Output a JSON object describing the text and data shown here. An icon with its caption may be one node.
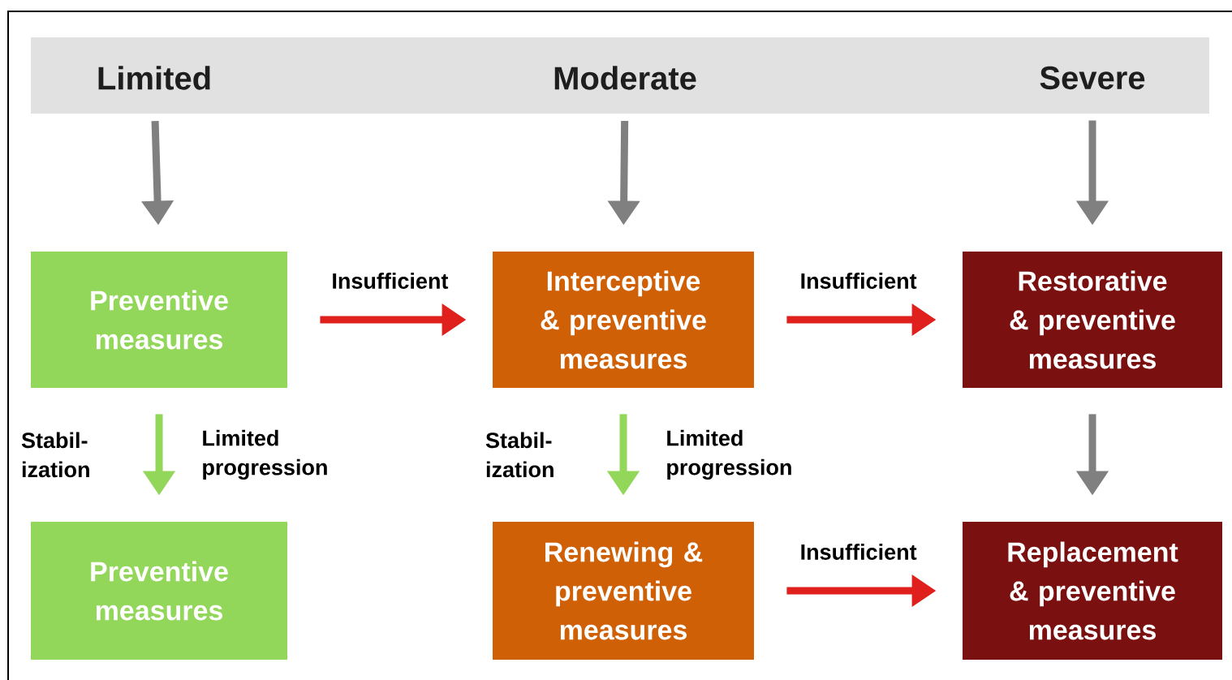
{
  "diagram": {
    "nodes": [
      {
        "text": [
          "Limited"
        ]
      },
      {
        "text": [
          "Moderate"
        ]
      },
      {
        "text": [
          "Severe"
        ]
      },
      {
        "text": [
          "Preventive measures"
        ]
      },
      {
        "text": [
          "Interceptive & preventive measures"
        ]
      },
      {
        "text": [
          "Restorative & preventive measures"
        ]
      },
      {
        "text": [
          "Preventive measures"
        ]
      },
      {
        "text": [
          "Renewing & preventive measures"
        ]
      },
      {
        "text": [
          "Replacement & preventive measures"
        ]
      }
    ],
    "edges": [
      {
        "from": 0,
        "to": 3,
        "arrow": "to"
      },
      {
        "from": 1,
        "to": 4,
        "arrow": "to"
      },
      {
        "from": 2,
        "to": 5,
        "arrow": "to"
      },
      {
        "from": 3,
        "to": 4,
        "arrow": "to",
        "label": "Insufficient",
        "color": "#e0201c"
      },
      {
        "from": 4,
        "to": 5,
        "arrow": "to",
        "label": "Insufficient",
        "color": "#e0201c"
      },
      {
        "from": 3,
        "to": 6,
        "arrow": "to",
        "label": "Limited progression",
        "color": "#92d65a"
      },
      {
        "from": 4,
        "to": 7,
        "arrow": "to",
        "label": "Limited progression",
        "color": "#92d65a"
      },
      {
        "from": 7,
        "to": 8,
        "arrow": "to",
        "label": "Insufficient",
        "color": "#e0201c"
      },
      {
        "from": 5,
        "to": 8,
        "arrow": "to"
      }
    ],
    "labels": [
      "Stabil- ization",
      "Stabil- ization"
    ]
  }
}
